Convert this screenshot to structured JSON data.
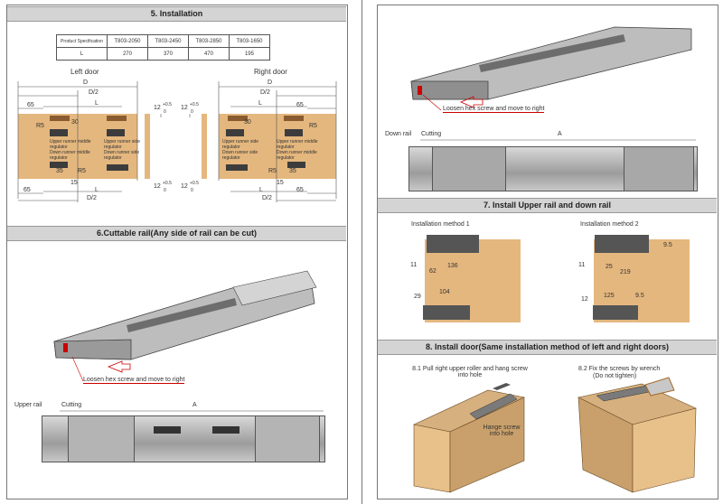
{
  "sec5": {
    "title": "5. Installation",
    "table": {
      "header": [
        "Product Specification",
        "T803-2050",
        "T803-2450",
        "T803-2850",
        "T803-1650"
      ],
      "row": [
        "L",
        "270",
        "370",
        "470",
        "195"
      ]
    },
    "left_door": "Left door",
    "right_door": "Right door",
    "dims": {
      "D": "D",
      "D2": "D/2",
      "L": "L",
      "d65": "65",
      "d30": "30",
      "R5": "R5",
      "d35": "35",
      "d15": "15",
      "tol": "12",
      "tol_sup": "+0.5",
      "tol_sub": "0"
    },
    "labels": {
      "upper_mid": "Upper runner middle regulator",
      "upper_side": "Upper runner side regulator",
      "down_mid": "Down runner middle regulator",
      "down_side": "Down runner side regulator"
    }
  },
  "sec6": {
    "title": "6.Cuttable rail(Any side of rail can be cut)",
    "loosen": "Loosen hex screw and move to right",
    "upper_rail": "Upper rail",
    "cutting": "Cutting",
    "A": "A"
  },
  "right_top": {
    "loosen": "Loosen hex screw and move to right",
    "down_rail": "Down rail",
    "cutting": "Cutting",
    "A": "A"
  },
  "sec7": {
    "title": "7. Install Upper rail and down rail",
    "m1": {
      "label": "Installation method 1",
      "d11": "11",
      "d62": "62",
      "d136": "136",
      "d29": "29",
      "d104": "104"
    },
    "m2": {
      "label": "Installation method 2",
      "d95a": "9.5",
      "d11": "11",
      "d25": "25",
      "d219": "219",
      "d12": "12",
      "d125": "125",
      "d95b": "9.5"
    }
  },
  "sec8": {
    "title": "8. Install door(Same installation method of left and right doors)",
    "s81": "8.1 Pull right upper roller and hang screw into hole",
    "hang": "Hange screw into hole",
    "s82": "8.2 Fix the screws by wrench",
    "s82b": "(Do not tighten)"
  }
}
